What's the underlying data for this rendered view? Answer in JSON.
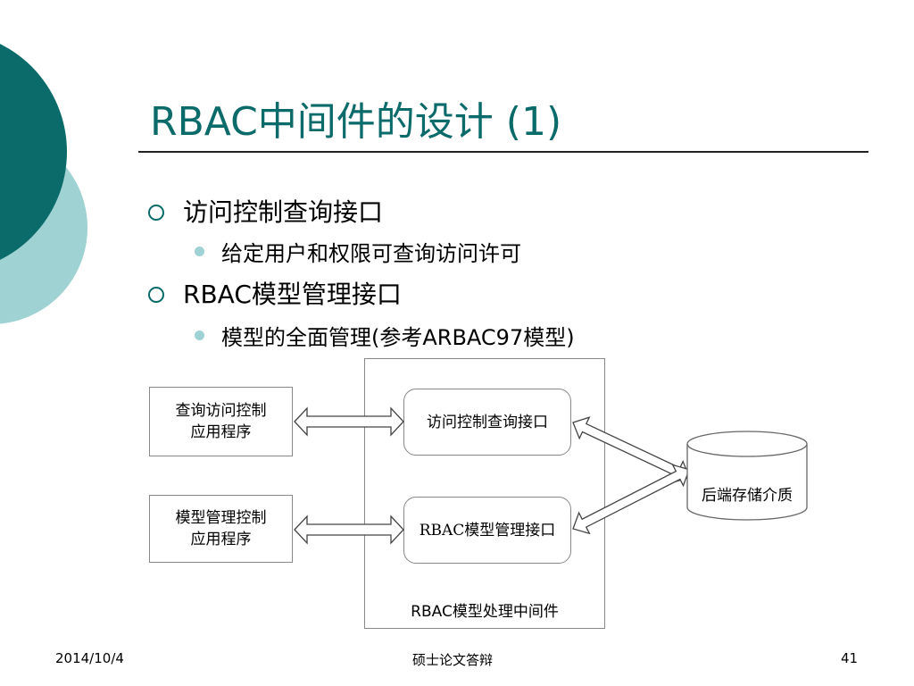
{
  "slide": {
    "title": "RBAC中间件的设计 (1)",
    "bullets": [
      {
        "text": "访问控制查询接口",
        "sub": [
          "给定用户和权限可查询访问许可"
        ]
      },
      {
        "text": "RBAC模型管理接口",
        "sub": [
          "模型的全面管理(参考ARBAC97模型)"
        ]
      }
    ]
  },
  "diagram": {
    "query_app": [
      "查询访问控制",
      "应用程序"
    ],
    "model_app": [
      "模型管理控制",
      "应用程序"
    ],
    "query_interface": "访问控制查询接口",
    "model_interface": "RBAC模型管理接口",
    "storage": "后端存储介质",
    "middleware_label": "RBAC模型处理中间件"
  },
  "footer": {
    "date": "2014/10/4",
    "center": "硕士论文答辩",
    "page": "41"
  },
  "colors": {
    "teal_dark": "#0b6a6a",
    "teal_light": "#9fd2d2"
  }
}
